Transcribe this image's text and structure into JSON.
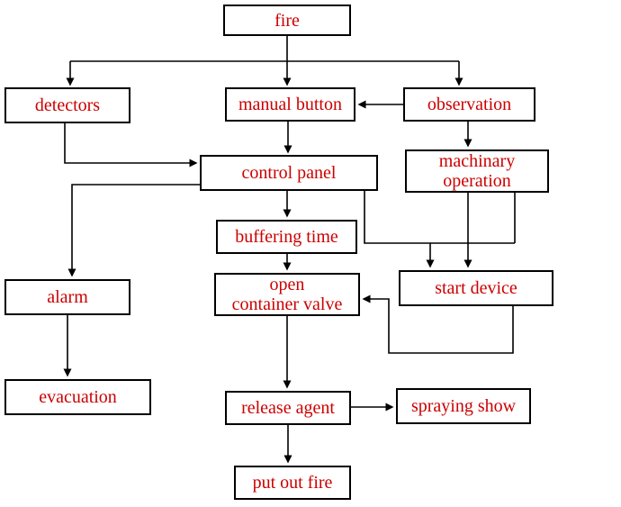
{
  "diagram": {
    "title": "fire suppression system flowchart",
    "text_color": "#cc0000",
    "line_color": "#000000",
    "nodes": {
      "fire": {
        "label": "fire"
      },
      "detectors": {
        "label": "detectors"
      },
      "manual_button": {
        "label": "manual button"
      },
      "observation": {
        "label": "observation"
      },
      "control_panel": {
        "label": "control panel"
      },
      "machinary_operation": {
        "label": "machinary\noperation"
      },
      "buffering_time": {
        "label": "buffering time"
      },
      "open_container_valve": {
        "label": "open\ncontainer valve"
      },
      "start_device": {
        "label": "start device"
      },
      "alarm": {
        "label": "alarm"
      },
      "evacuation": {
        "label": "evacuation"
      },
      "release_agent": {
        "label": "release agent"
      },
      "spraying_show": {
        "label": "spraying show"
      },
      "put_out_fire": {
        "label": "put out fire"
      }
    },
    "edges": [
      {
        "from": "fire",
        "to": "detectors"
      },
      {
        "from": "fire",
        "to": "manual_button"
      },
      {
        "from": "fire",
        "to": "observation"
      },
      {
        "from": "observation",
        "to": "manual_button"
      },
      {
        "from": "manual_button",
        "to": "control_panel"
      },
      {
        "from": "detectors",
        "to": "control_panel"
      },
      {
        "from": "control_panel",
        "to": "alarm"
      },
      {
        "from": "control_panel",
        "to": "buffering_time"
      },
      {
        "from": "control_panel",
        "to": "start_device"
      },
      {
        "from": "observation",
        "to": "machinary_operation"
      },
      {
        "from": "machinary_operation",
        "to": "start_device"
      },
      {
        "from": "buffering_time",
        "to": "open_container_valve"
      },
      {
        "from": "start_device",
        "to": "open_container_valve"
      },
      {
        "from": "open_container_valve",
        "to": "release_agent"
      },
      {
        "from": "release_agent",
        "to": "spraying_show"
      },
      {
        "from": "release_agent",
        "to": "put_out_fire"
      },
      {
        "from": "alarm",
        "to": "evacuation"
      }
    ]
  }
}
